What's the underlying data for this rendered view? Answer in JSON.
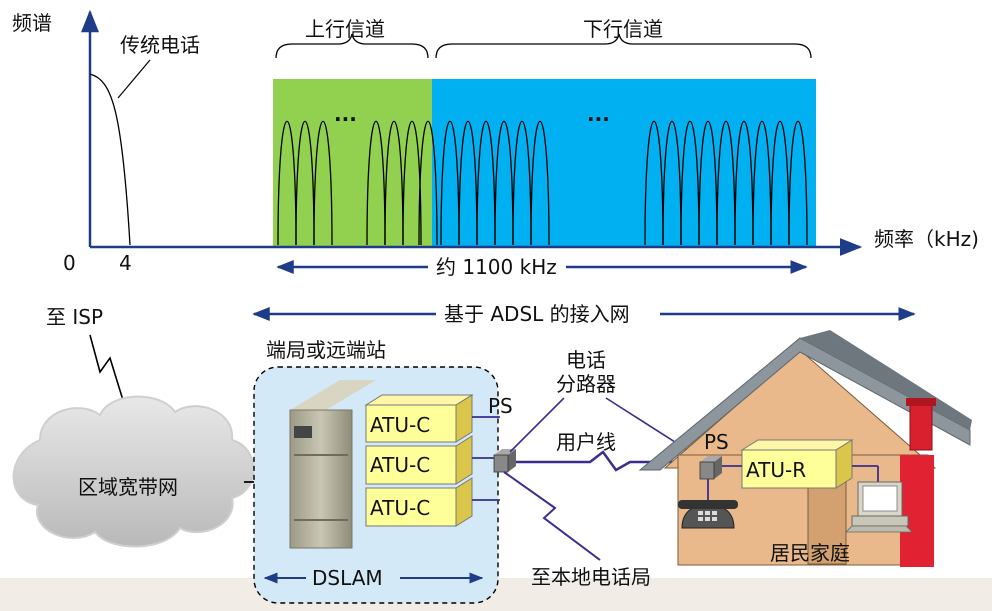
{
  "spectrum": {
    "y_axis_label": "频谱",
    "x_axis_label": "频率（kHz)",
    "tick_zero": "0",
    "tick_four": "4",
    "voice_label": "传统电话",
    "upstream_label": "上行信道",
    "downstream_label": "下行信道",
    "ellipsis_up": "···",
    "ellipsis_down": "···",
    "width_label": "约 1100 kHz",
    "colors": {
      "upstream_fill": "#92d050",
      "downstream_fill": "#00b0f0"
    }
  },
  "network": {
    "access_label": "基于 ADSL 的接入网",
    "isp_label": "至 ISP",
    "cloud_label": "区域宽带网",
    "office_label": "端局或远端站",
    "dslam_label": "DSLAM",
    "atu_c_labels": [
      "ATU-C",
      "ATU-C",
      "ATU-C"
    ],
    "ps_office_label": "PS",
    "splitter_label_line1": "电话",
    "splitter_label_line2": "分路器",
    "user_line_label": "用户线",
    "local_office_label": "至本地电话局",
    "ps_home_label": "PS",
    "atu_r_label": "ATU-R",
    "home_label": "居民家庭"
  }
}
